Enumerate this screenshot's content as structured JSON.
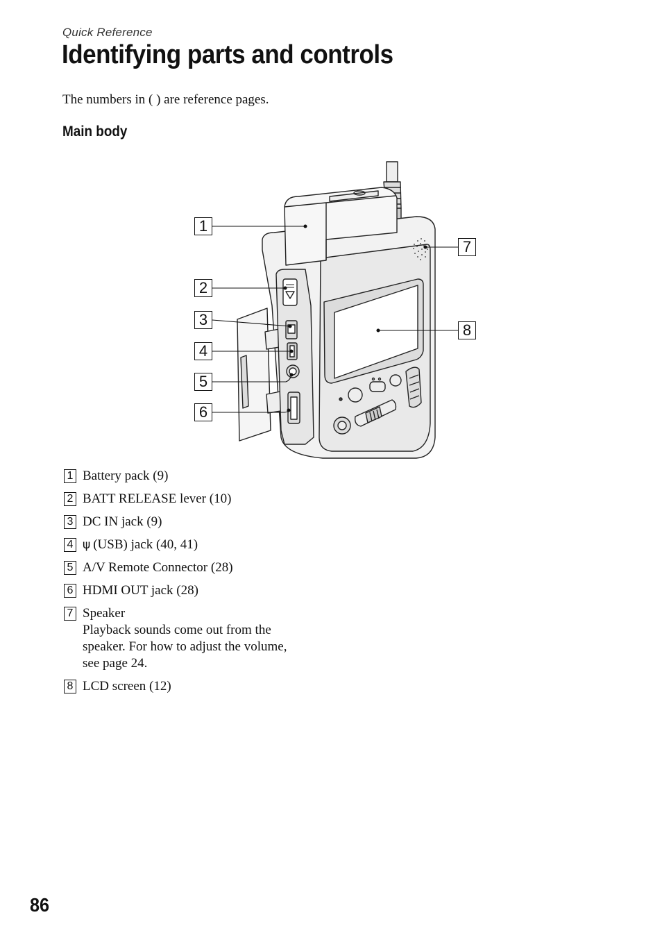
{
  "header": {
    "section": "Quick Reference",
    "title": "Identifying parts and controls"
  },
  "intro": "The numbers in ( ) are reference pages.",
  "subheading": "Main body",
  "callouts": [
    "1",
    "2",
    "3",
    "4",
    "5",
    "6",
    "7",
    "8"
  ],
  "parts": [
    {
      "num": "1",
      "label": "Battery pack (9)"
    },
    {
      "num": "2",
      "label": "BATT RELEASE lever (10)"
    },
    {
      "num": "3",
      "label": "DC IN jack (9)"
    },
    {
      "num": "4",
      "icon": "usb-icon",
      "label": "(USB) jack (40, 41)"
    },
    {
      "num": "5",
      "label": "A/V Remote Connector (28)"
    },
    {
      "num": "6",
      "label": "HDMI OUT jack (28)"
    },
    {
      "num": "7",
      "label": "Speaker",
      "description": [
        "Playback sounds come out from the",
        "speaker. For how to adjust the volume,",
        "see page 24."
      ]
    },
    {
      "num": "8",
      "label": "LCD screen (12)"
    }
  ],
  "page_number": "86"
}
